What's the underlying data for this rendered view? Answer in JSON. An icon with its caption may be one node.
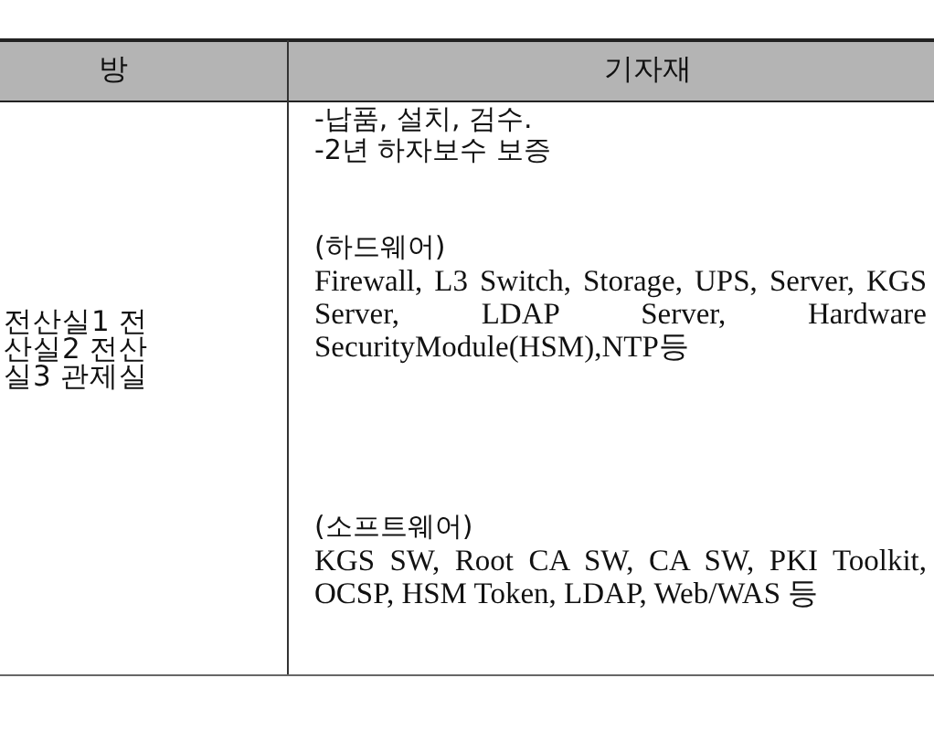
{
  "diagram": {
    "labels": [
      "방",
      "기자재",
      "전산실1 전산실2 전산실3 관제실",
      "-납품, 설치, 검수.",
      "-2년 하자보수 보증",
      "(하드웨어)",
      "Firewall, L3 Switch, Storage, UPS, Server, KGS Server, LDAP Server, Hardware SecurityModule(HSM),NTP등",
      "(소프트웨어)",
      "KGS SW, Root CA SW, CA SW, PKI Toolkit, OCSP, HSM Token, LDAP, Web/WAS 등"
    ]
  }
}
